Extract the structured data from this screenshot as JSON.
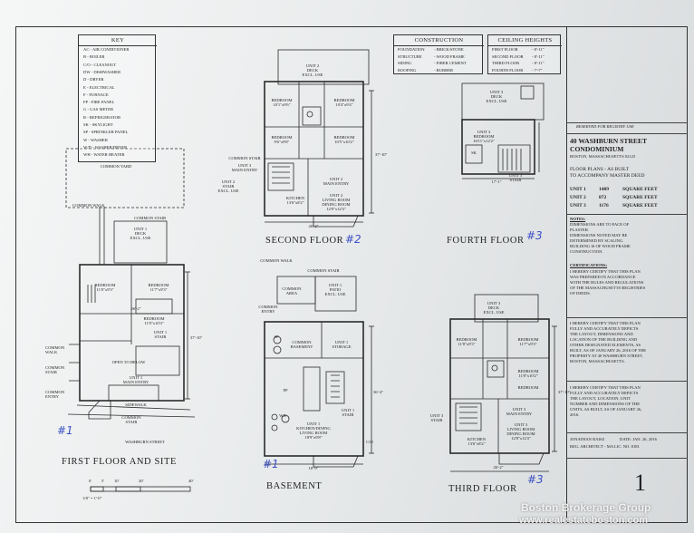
{
  "key": {
    "title": "KEY",
    "items": [
      "AC  - AIR CONDITIONER",
      "B  - BOILER",
      "C/O - CLEANOUT",
      "DW - DISHWASHER",
      "D  - DRYER",
      "E  - ELECTRICAL",
      "F  - FURNACE",
      "FP - FIRE PANEL",
      "G  - GAS METER",
      "R  - REFRIGERATOR",
      "SK - SKYLIGHT",
      "SP - SPRINKLER PANEL",
      "W  - WASHER",
      "W/D - WASHER/DRYER",
      "WH - WATER HEATER"
    ]
  },
  "construction": {
    "title": "CONSTRUCTION",
    "rows": [
      [
        "FOUNDATION",
        "- BRICK/STONE"
      ],
      [
        "STRUCTURE",
        "- WOOD FRAME"
      ],
      [
        "SIDING",
        "- FIBER CEMENT"
      ],
      [
        "ROOFING",
        "- RUBBER"
      ]
    ]
  },
  "ceiling": {
    "title": "CEILING HEIGHTS",
    "rows": [
      [
        "FIRST FLOOR",
        "- 8'-11\""
      ],
      [
        "SECOND FLOOR",
        "- 8'-11\""
      ],
      [
        "THIRD FLOOR",
        "- 8'-11\""
      ],
      [
        "FOURTH FLOOR",
        "- 7'-7\""
      ]
    ]
  },
  "title_block": {
    "reserved": "RESERVED FOR REGISTRY USE",
    "name_line1": "40 WASHBURN STREET",
    "name_line2": "CONDOMINIUM",
    "address": "BOSTON, MASSACHUSETTS 02125",
    "subtitle1": "FLOOR PLANS - AS BUILT",
    "subtitle2": "TO ACCOMPANY MASTER DEED",
    "units": [
      {
        "unit": "UNIT 1",
        "area": "1409",
        "label": "SQUARE FEET"
      },
      {
        "unit": "UNIT 2",
        "area": "872",
        "label": "SQUARE FEET"
      },
      {
        "unit": "UNIT 3",
        "area": "1176",
        "label": "SQUARE FEET"
      }
    ],
    "notes_title": "NOTES:",
    "notes": [
      "DIMENSIONS ARE TO FACE OF",
      "PLASTER.",
      "DIMENSIONS NOTED MAY BE",
      "DETERMINED BY SCALING.",
      "BUILDING IS OF WOOD FRAME",
      "CONSTRUCTION."
    ],
    "cert_title": "CERTIFICATIONS:",
    "cert1": [
      "I HEREBY CERTIFY THAT THIS PLAN",
      "WAS PREPARED IN ACCORDANCE",
      "WITH THE RULES AND REGULATIONS",
      "OF THE MASSACHUSETTS REGISTRIES",
      "OF DEEDS."
    ],
    "cert2": [
      "I HEREBY CERTIFY THAT THIS PLAN",
      "FULLY AND ACCURATELY DEPICTS",
      "THE LAYOUT, DIMENSIONS AND",
      "LOCATION OF THE BUILDING AND",
      "OTHER DESIGNATED ELEMENTS, AS",
      "BUILT, AS OF JANUARY 26, 2016 OF THE",
      "PROPERTY AT 40 WASHBURN STREET,",
      "BOSTON, MASSACHUSETTS."
    ],
    "cert3": [
      "I HEREBY CERTIFY THAT THIS PLAN",
      "FULLY AND ACCURATELY DEPICTS",
      "THE LAYOUT, LOCATION, UNIT",
      "NUMBER AND DIMENSIONS OF THE",
      "UNITS, AS BUILT, AS OF JANUARY 26,",
      "2016."
    ],
    "architect": "JONATHAN RAISZ",
    "date": "DATE: JAN. 26, 2016",
    "reg": "REG. ARCHITECT - MA LIC. NO. 8181",
    "sheet_no": "1"
  },
  "plans": {
    "first": {
      "title": "FIRST FLOOR AND SITE",
      "labels": {
        "common_yard": "COMMON YARD",
        "common_walk": "COMMON WALK",
        "common_stair": "COMMON STAIR",
        "deck": "UNIT 1\nDECK\nEXCL. USE",
        "bed1": "BEDROOM\n11'0\"x9'3\"",
        "bed2": "BEDROOM\n11'7\"x9'3\"",
        "bed3": "BEDROOM\n11'0\"x10'3\"",
        "stair": "UNIT 1\nSTAIR",
        "open": "OPEN TO BELOW",
        "entry": "UNIT 1\nMAIN ENTRY",
        "walk_l": "COMMON\nWALK",
        "stair_l": "COMMON\nSTAIR",
        "entry_l": "COMMON\nENTRY",
        "stair_b": "COMMON\nSTAIR",
        "sidewalk": "SIDEWALK",
        "street": "WASHBURN STREET",
        "dim_side": "37'-10\"",
        "dim_mid": "26'-2\""
      },
      "hand": "#1"
    },
    "second": {
      "title": "SECOND FLOOR",
      "labels": {
        "deck": "UNIT 2\nDECK\nEXCL. USE",
        "bed1": "BEDROOM\n10'1\"x9'6\"",
        "bed2": "BEDROOM\n10'4\"x9'4\"",
        "bed3": "BEDROOM\n9'6\"x9'8\"",
        "bed4": "BEDROOM\n10'5\"x10'2\"",
        "stair_c": "COMMON STAIR",
        "stair_u": "UNIT 3\nMAIN ENTRY",
        "stair_u2": "UNIT 2\nSTAIR\nEXCL. USE",
        "entry": "UNIT 2\nMAIN ENTRY",
        "kitchen": "KITCHEN\n13'6\"x8'2\"",
        "living": "UNIT 2\nLIVING ROOM\nDINING ROOM\n12'8\"x12'4\"",
        "dim_side": "37'-10\"",
        "dim_bottom": "26'-2\""
      },
      "hand": "#2"
    },
    "fourth": {
      "title": "FOURTH FLOOR",
      "labels": {
        "deck": "UNIT 3\nDECK\nEXCL. USE",
        "bed": "UNIT 3\nBEDROOM\n16'11\"x12'2\"",
        "sk": "SK",
        "stair": "UNIT 3\nSTAIR",
        "dim": "17'-1\""
      },
      "hand": "#3"
    },
    "basement": {
      "title": "BASEMENT",
      "labels": {
        "common_walk": "COMMON WALK",
        "common_stair": "COMMON STAIR",
        "common_area": "COMMON\nAREA",
        "patio": "UNIT 1\nPATIO\nEXCL. USE",
        "common_entry": "COMMON\nENTRY",
        "common_base": "COMMON\nBASEMENT",
        "storage": "UNIT 1\nSTORAGE",
        "stair": "UNIT 1\nSTAIR",
        "kitchen": "UNIT 1\nKITCHEN/DINING\nLIVING ROOM\n18'9\"x9'8\"",
        "dim_side": "36'-4\"",
        "dim_bottom": "18'-9\"",
        "sp": "SP",
        "fp": "FP",
        "wh": "WH",
        "co": "C/O"
      },
      "hand": "#1"
    },
    "third": {
      "title": "THIRD FLOOR",
      "labels": {
        "deck": "UNIT 3\nDECK\nEXCL. USE",
        "bed1": "BEDROOM\n11'8\"x9'3\"",
        "bed2": "BEDROOM\n11'7\"x9'3\"",
        "bed3": "BEDROOM\n11'8\"x10'2\"",
        "bed4": "BEDROOM",
        "stair": "UNIT 3\nSTAIR",
        "entry": "UNIT 3\nMAIN ENTRY",
        "kitchen": "KITCHEN\n13'6\"x8'2\"",
        "living": "UNIT 3\nLIVING ROOM\nDINING ROOM\n12'8\"x12'4\"",
        "dim_side": "37'-10\"",
        "dim_bottom": "26'-2\""
      },
      "hand": "#3"
    }
  },
  "scale": {
    "ticks": [
      "0'",
      "5'",
      "10'",
      "20'",
      "40'"
    ],
    "note": "1/8\" = 1'-0\""
  },
  "watermark": {
    "line1": "Boston Brokerage Group",
    "line2": "www.realestateboston.com"
  }
}
